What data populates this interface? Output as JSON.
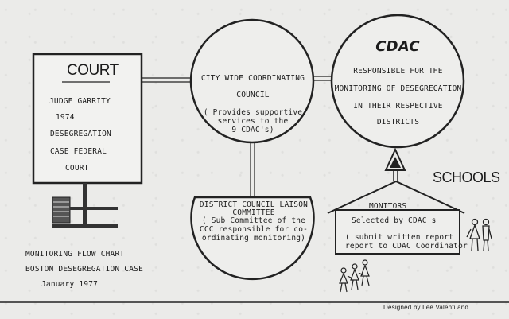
{
  "court": {
    "title": "COURT",
    "lines": [
      "JUDGE GARRITY",
      "1974",
      "DESEGREGATION",
      "CASE FEDERAL",
      "COURT"
    ]
  },
  "ccc": {
    "lines": [
      "CITY WIDE COORDINATING",
      "COUNCIL"
    ],
    "note": [
      "( Provides supportive",
      "services to the",
      "9 CDAC's)"
    ]
  },
  "cdac": {
    "title": "CDAC",
    "lines": [
      "RESPONSIBLE FOR THE",
      "MONITORING OF DESEGREGATION",
      "IN THEIR RESPECTIVE",
      "DISTRICTS"
    ]
  },
  "district": {
    "lines": [
      "DISTRICT COUNCIL LAISON",
      "COMMITTEE"
    ],
    "note": [
      "( Sub Committee of the",
      "CCC responsible for co-",
      "ordinating monitoring)"
    ]
  },
  "schools": {
    "title": "SCHOOLS",
    "monitors": "MONITORS",
    "selected": "Selected by CDAC's",
    "note": [
      "( submit written report",
      "report to CDAC Coordinator"
    ]
  },
  "caption": {
    "lines": [
      "MONITORING FLOW CHART",
      "BOSTON DESEGREGATION CASE",
      "January 1977"
    ]
  },
  "credit": "Designed by Lee Valenti and"
}
